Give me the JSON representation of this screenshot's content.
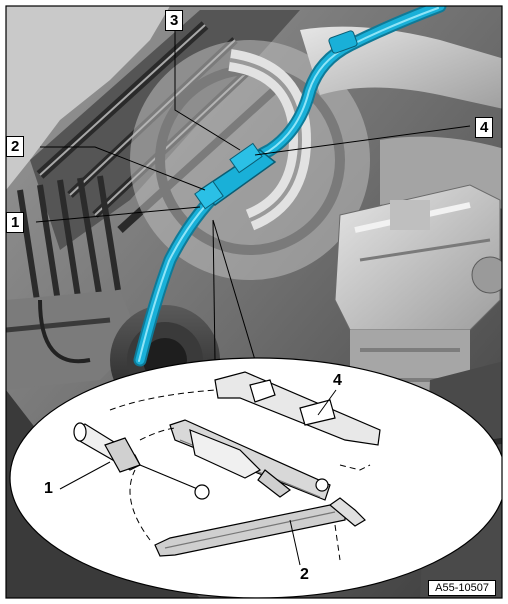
{
  "figure": {
    "reference_code": "A55-10507",
    "callouts_main": [
      "3",
      "2",
      "4",
      "1"
    ],
    "callouts_detail": [
      "4",
      "1",
      "2"
    ]
  },
  "colors": {
    "hose": "#19b0d8",
    "hose_highlight": "#8ee4f7",
    "engine_dark": "#3a3a3a",
    "engine_mid": "#8c8c8c",
    "engine_light": "#d4d4d4"
  }
}
